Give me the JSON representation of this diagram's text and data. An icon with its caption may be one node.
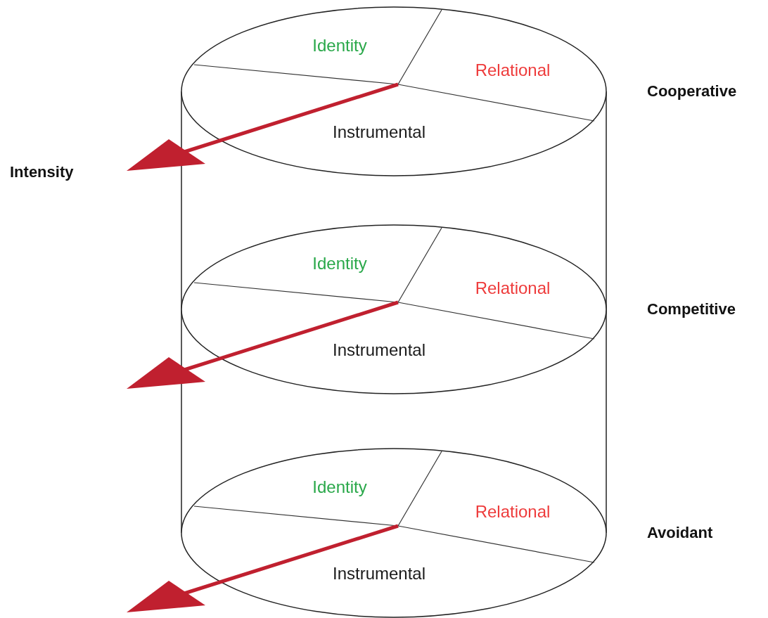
{
  "diagram": {
    "nodes": [
      {
        "text": [
          "Identity",
          "Relational",
          "Instrumental"
        ],
        "beside": [
          "Cooperative"
        ]
      },
      {
        "text": [
          "Identity",
          "Relational",
          "Instrumental"
        ],
        "beside": [
          "Competitive"
        ]
      },
      {
        "text": [
          "Identity",
          "Relational",
          "Instrumental"
        ],
        "beside": [
          "Avoidant"
        ]
      }
    ],
    "edges": [],
    "labels": [
      "Intensity"
    ]
  }
}
